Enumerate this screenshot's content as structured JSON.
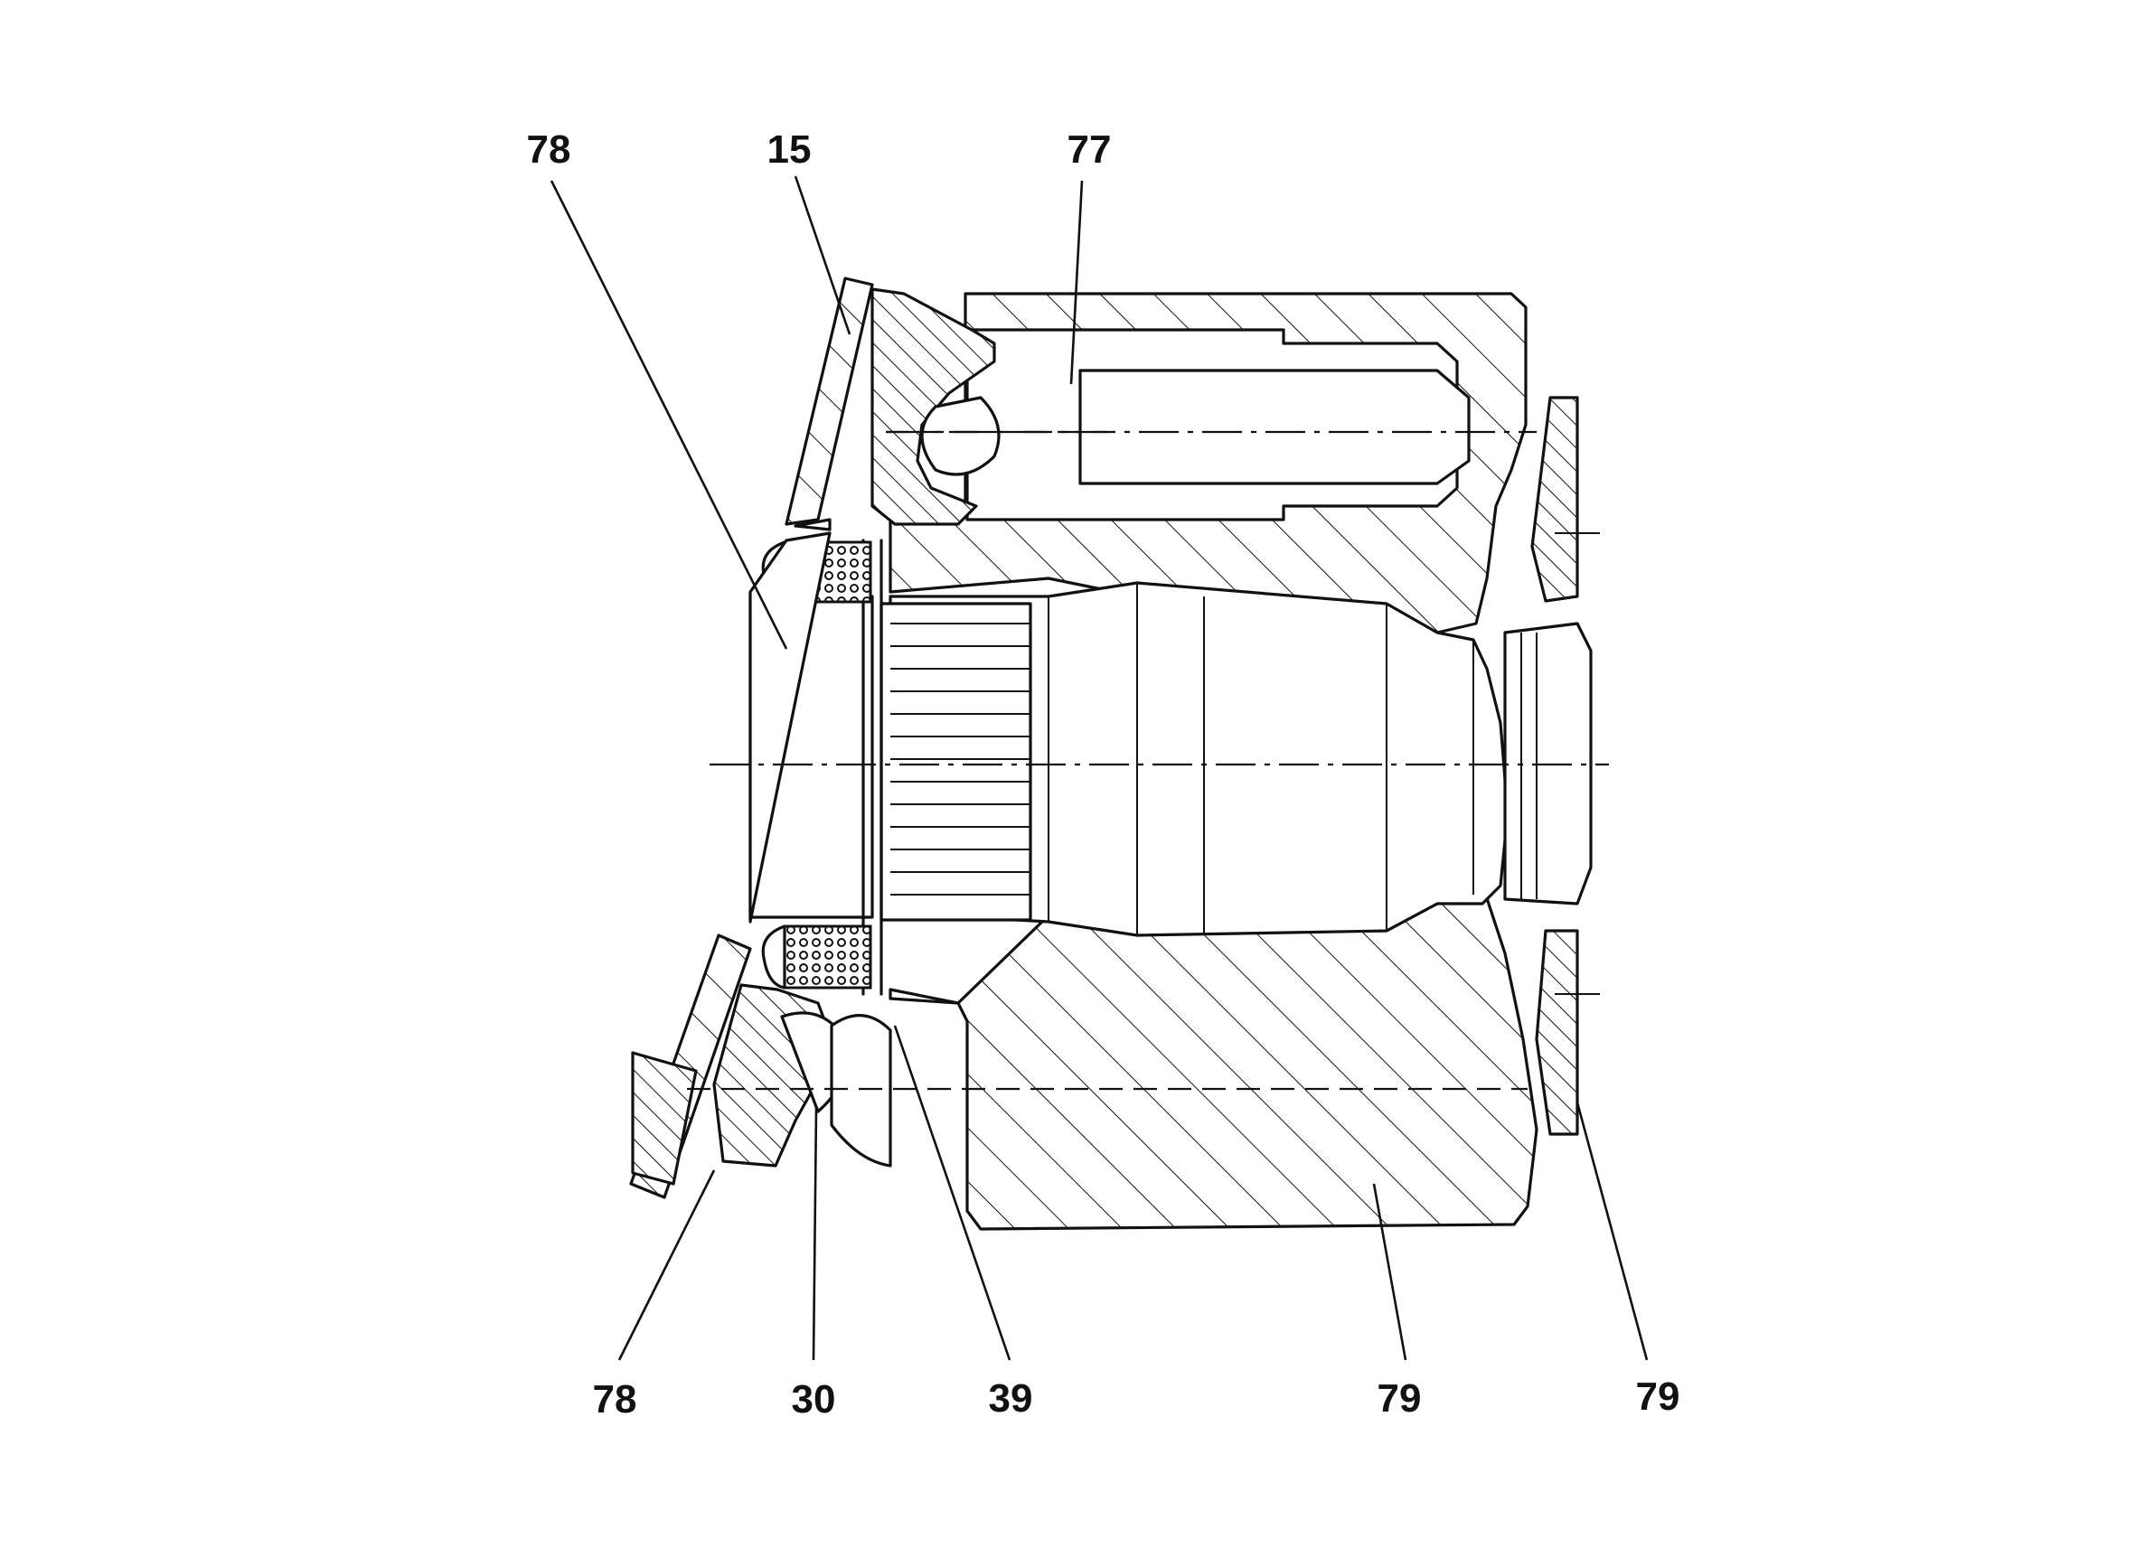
{
  "reference_numerals": {
    "top_left": "78",
    "top_center": "15",
    "top_right": "77",
    "bottom_left": "78",
    "bottom_second": "30",
    "bottom_third": "39",
    "bottom_fourth": "79",
    "bottom_right": "79"
  },
  "colors": {
    "line": "#111111",
    "background": "#ffffff"
  }
}
